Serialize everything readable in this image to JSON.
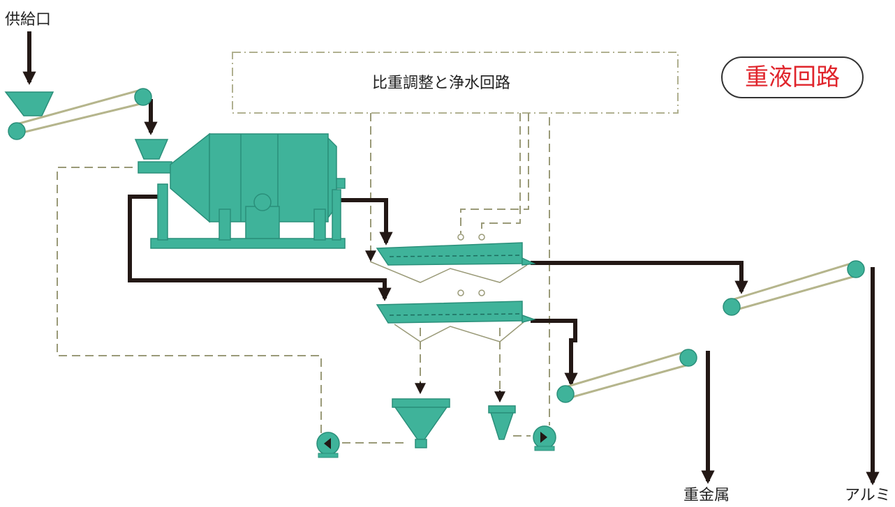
{
  "labels": {
    "feed_inlet": "供給口",
    "control_box": "比重調整と浄水回路",
    "circuit_title": "重液回路",
    "heavy_metals": "重金属",
    "aluminum": "アルミ"
  },
  "colors": {
    "equipment": "#3fb39a",
    "equipment_dark": "#2a8f7a",
    "flow_main": "#231815",
    "flow_dashed": "#9a9a78",
    "title_text": "#e0242b"
  }
}
